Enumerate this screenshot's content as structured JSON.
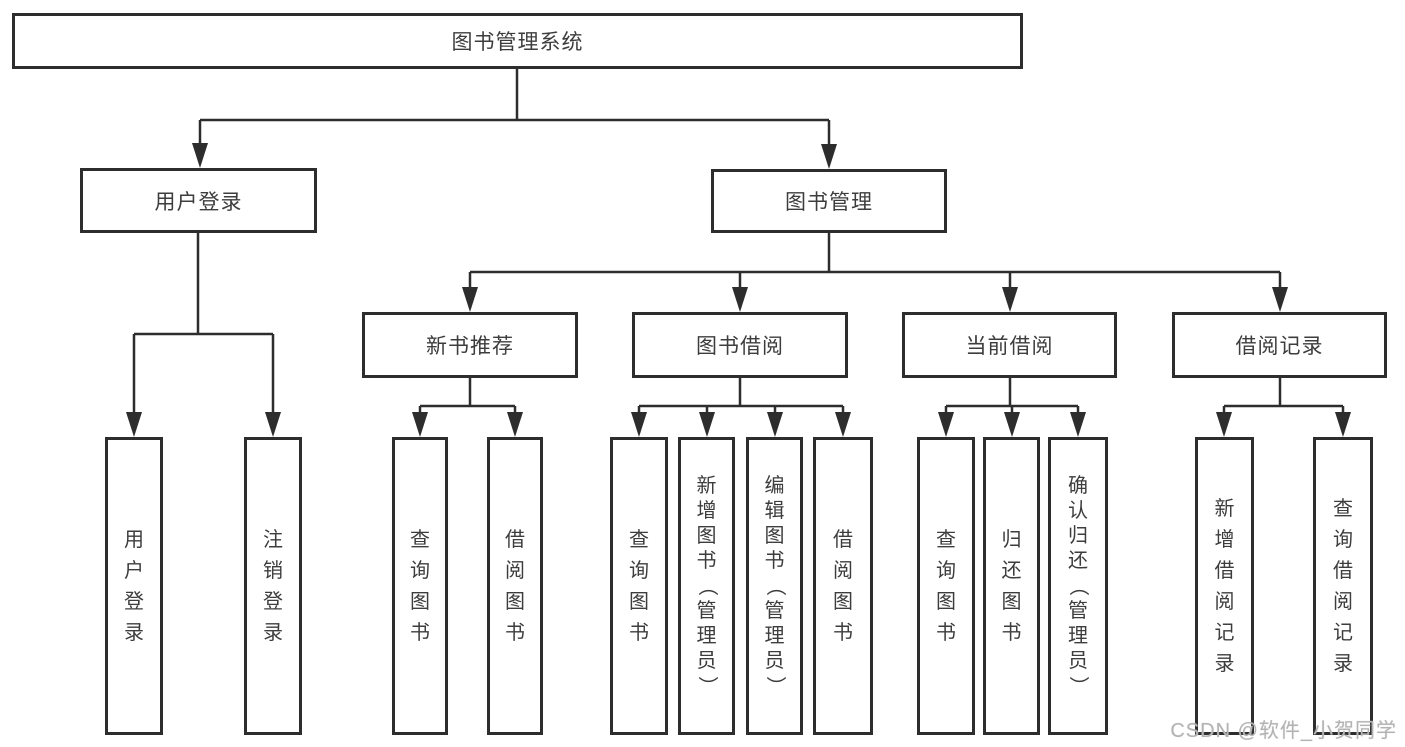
{
  "diagram": {
    "nodes": {
      "root": "图书管理系统",
      "user_login": "用户登录",
      "book_mgmt": "图书管理",
      "new_books": "新书推荐",
      "book_borrow": "图书借阅",
      "current_borrow": "当前借阅",
      "borrow_records": "借阅记录"
    },
    "leaves": {
      "user_login": [
        "用户登录",
        "注销登录"
      ],
      "new_books": [
        "查询图书",
        "借阅图书"
      ],
      "book_borrow": [
        "查询图书",
        "新增图书（管理员）",
        "编辑图书（管理员）",
        "借阅图书"
      ],
      "current_borrow": [
        "查询图书",
        "归还图书",
        "确认归还（管理员）"
      ],
      "borrow_records": [
        "新增借阅记录",
        "查询借阅记录"
      ]
    },
    "line_color": "#2d2d2d",
    "watermark": "CSDN @软件_小贺同学"
  }
}
